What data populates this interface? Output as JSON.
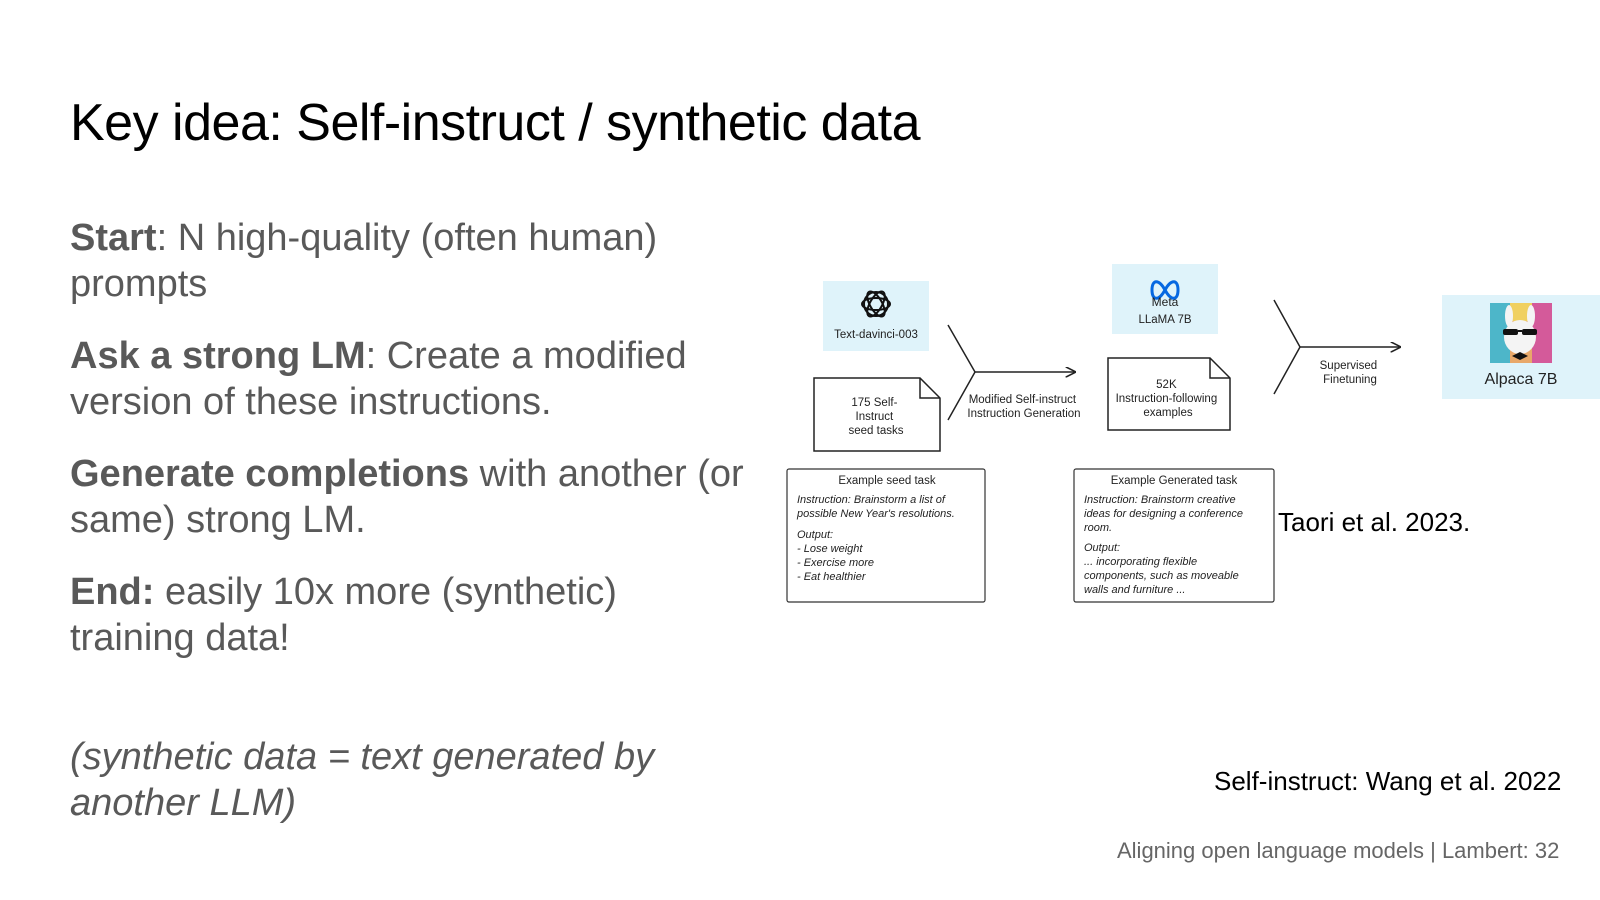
{
  "slide": {
    "title": "Key idea: Self-instruct / synthetic data",
    "bullets": [
      {
        "lead": "Start",
        "rest": ": N high-quality (often human) prompts"
      },
      {
        "lead": "Ask a strong LM",
        "rest": ": Create a modified version of these instructions."
      },
      {
        "lead": "Generate completions",
        "rest": " with another (or same) strong LM."
      },
      {
        "lead": "End:",
        "rest": " easily 10x more (synthetic) training data!"
      }
    ],
    "note": "(synthetic data = text generated by another LLM)",
    "citations": {
      "taori": "Taori et al. 2023.",
      "self_instruct": "Self-instruct: Wang et al. 2022"
    },
    "footer": "Aligning open language models | Lambert: 32"
  },
  "diagram": {
    "openai_label": "Text-davinci-003",
    "meta_brand": "Meta",
    "meta_label": "LLaMA 7B",
    "alpaca_label": "Alpaca 7B",
    "seed_doc": [
      "175 Self-",
      "Instruct",
      "seed tasks"
    ],
    "gen_step": [
      "Modified Self-instruct",
      "Instruction Generation"
    ],
    "examples_doc": [
      "52K",
      "Instruction-following",
      "examples"
    ],
    "sft_step": [
      "Supervised",
      "Finetuning"
    ],
    "seed_example": {
      "title": "Example seed task",
      "instruction": [
        "Instruction: Brainstorm a list of",
        "possible New Year's resolutions."
      ],
      "output_label": "Output:",
      "output": [
        "- Lose weight",
        "- Exercise more",
        "- Eat healthier"
      ]
    },
    "generated_example": {
      "title": "Example Generated task",
      "instruction": [
        "Instruction: Brainstorm creative",
        "ideas for designing a conference",
        "room."
      ],
      "output_label": "Output:",
      "output": [
        "... incorporating flexible",
        "components, such as moveable",
        "walls and furniture ..."
      ]
    },
    "colors": {
      "logo_box": "#dff3fa",
      "meta_blue": "#0668e1",
      "doc_stroke": "#222222"
    },
    "icons": [
      "openai-logo-icon",
      "meta-logo-icon",
      "alpaca-avatar-icon",
      "document-icon",
      "arrow-right-icon"
    ]
  }
}
